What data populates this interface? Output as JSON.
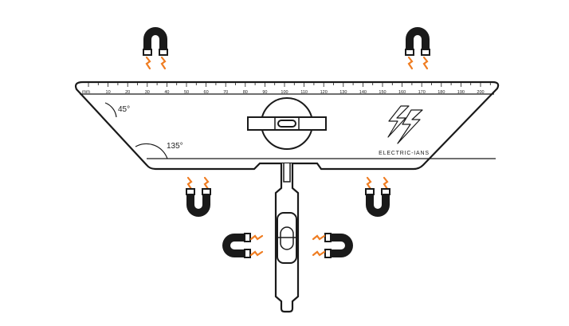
{
  "ruler": {
    "unit_label": "mm",
    "ticks": [
      "10",
      "20",
      "30",
      "40",
      "50",
      "60",
      "70",
      "80",
      "90",
      "100",
      "110",
      "120",
      "130",
      "140",
      "150",
      "160",
      "170",
      "180",
      "190",
      "200"
    ],
    "angle_small": "45°",
    "angle_large": "135°"
  },
  "brand": {
    "name": "ELECTRIC-IANS",
    "logo_icon": "lightning-bolt-logo-icon"
  },
  "colors": {
    "outline": "#1a1a1a",
    "spark": "#ef7d22",
    "background": "#ffffff"
  },
  "magnets": [
    {
      "id": "top-left",
      "orientation": "down"
    },
    {
      "id": "top-right",
      "orientation": "down"
    },
    {
      "id": "mid-left",
      "orientation": "up"
    },
    {
      "id": "mid-right",
      "orientation": "up"
    },
    {
      "id": "bottom-left",
      "orientation": "right"
    },
    {
      "id": "bottom-right",
      "orientation": "left"
    }
  ]
}
